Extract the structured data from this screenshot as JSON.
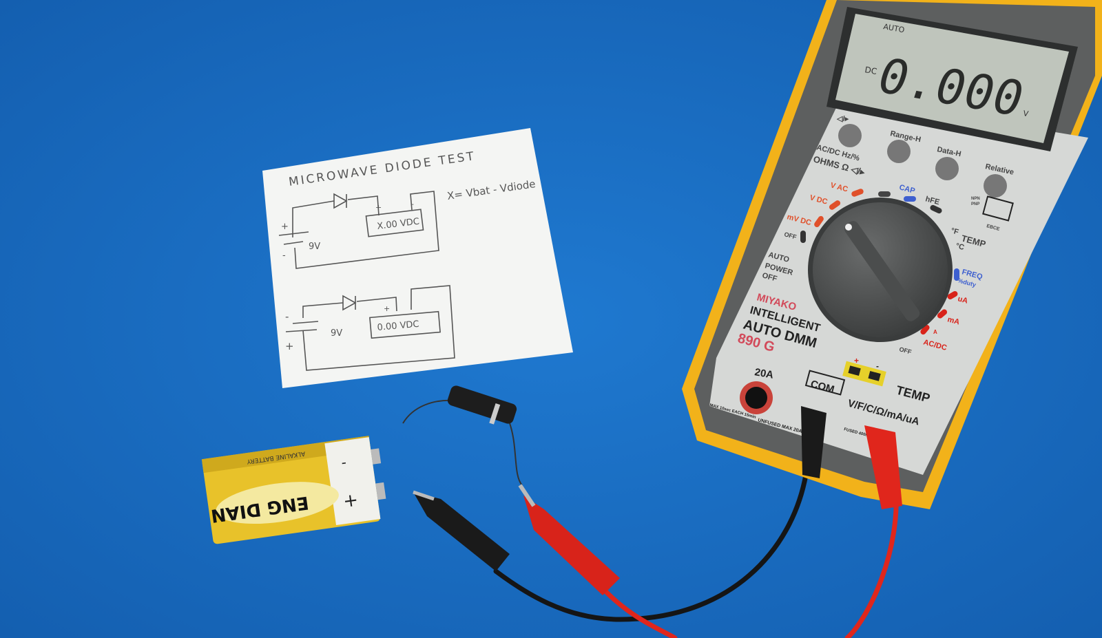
{
  "paper": {
    "title": "MICROWAVE DIODE TEST",
    "formula": "X= Vbat - Vdiode",
    "circuit1": {
      "plus": "+",
      "minus": "-",
      "battery": "9V",
      "meter_reading": "X.00 VDC",
      "meter_plus": "+",
      "meter_minus": "-"
    },
    "circuit2": {
      "plus": "+",
      "minus": "-",
      "battery": "9V",
      "meter_reading": "0.00 VDC",
      "meter_plus": "+"
    }
  },
  "multimeter": {
    "display": {
      "mode": "AUTO",
      "coupling": "DC",
      "reading": "0.000",
      "unit": "V"
    },
    "buttons": [
      "◁/▸",
      "Range-H",
      "Data-H",
      "Relative"
    ],
    "labels": {
      "acdc": "AC/DC Hz/%",
      "ohms": "OHMS  Ω ◁/▸",
      "vac": "V AC",
      "vdc": "V DC",
      "mvdc": "mV DC",
      "cap": "CAP",
      "hfe": "hFE",
      "npn": "NPN",
      "pnp": "PNP",
      "ebce": "EBCE",
      "degf": "°F",
      "degc": "°C",
      "temp": "TEMP",
      "freq": "FREQ",
      "duty": "%duty",
      "ua": "uA",
      "ma": "mA",
      "a": "A",
      "acdc2": "AC/DC",
      "off_left": "OFF",
      "off_bottom": "OFF",
      "auto_power_off": [
        "AUTO",
        "POWER",
        "OFF"
      ]
    },
    "brand": "MIYAKO",
    "model_line1": "INTELLIGENT",
    "model_line2": "AUTO DMM",
    "model_number": "890 G",
    "jacks": {
      "a20": "20A",
      "a20_note": "UNFUSED MAX 20A",
      "a20_time": "MAX 10sec EACH 15min",
      "com": "COM",
      "v": "V/F/C/Ω/mA/uA",
      "v_note": "FUSED 400mA",
      "temp": "TEMP",
      "temp_plus": "+",
      "temp_minus": "-"
    },
    "colors": {
      "case": "#f2b21a",
      "body": "#5d5f5f",
      "panel": "#d6d8d6",
      "lcd": "#bfc5bc",
      "red_accent": "#e0502a",
      "blue_accent": "#3d5fcf"
    }
  },
  "battery": {
    "brand": "ENG DIAN",
    "type": "ALKALINE BATTERY",
    "plus": "+",
    "minus": "-"
  },
  "background": {
    "color": "#1a6fc4"
  }
}
